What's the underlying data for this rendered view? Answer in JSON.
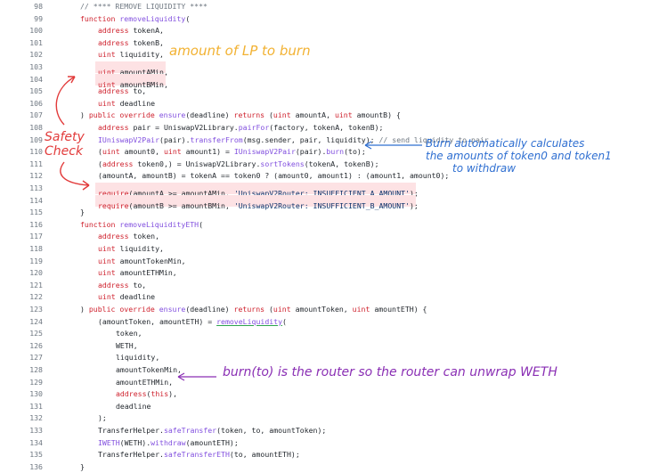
{
  "code": {
    "lines": [
      {
        "n": "98",
        "tokens": [
          {
            "t": "// **** REMOVE LIQUIDITY ****",
            "c": "cm"
          }
        ]
      },
      {
        "n": "99",
        "tokens": [
          {
            "t": "function ",
            "c": "kw"
          },
          {
            "t": "removeLiquidity",
            "c": "fn"
          },
          {
            "t": "(",
            "c": ""
          }
        ]
      },
      {
        "n": "100",
        "indent": 1,
        "tokens": [
          {
            "t": "address ",
            "c": "ty"
          },
          {
            "t": "tokenA,",
            "c": ""
          }
        ]
      },
      {
        "n": "101",
        "indent": 1,
        "tokens": [
          {
            "t": "address ",
            "c": "ty"
          },
          {
            "t": "tokenB,",
            "c": ""
          }
        ]
      },
      {
        "n": "102",
        "indent": 1,
        "tokens": [
          {
            "t": "uint ",
            "c": "ty"
          },
          {
            "t": "liquidity,",
            "c": ""
          }
        ]
      },
      {
        "n": "103",
        "indent": 1,
        "hl": true,
        "tokens": [
          {
            "t": "uint ",
            "c": "ty"
          },
          {
            "t": "amountAMin,",
            "c": ""
          }
        ]
      },
      {
        "n": "104",
        "indent": 1,
        "hl": true,
        "tokens": [
          {
            "t": "uint ",
            "c": "ty"
          },
          {
            "t": "amountBMin,",
            "c": ""
          }
        ]
      },
      {
        "n": "105",
        "indent": 1,
        "tokens": [
          {
            "t": "address ",
            "c": "ty"
          },
          {
            "t": "to,",
            "c": ""
          }
        ]
      },
      {
        "n": "106",
        "indent": 1,
        "tokens": [
          {
            "t": "uint ",
            "c": "ty"
          },
          {
            "t": "deadline",
            "c": ""
          }
        ]
      },
      {
        "n": "107",
        "tokens": [
          {
            "t": ") ",
            "c": ""
          },
          {
            "t": "public override ",
            "c": "kw"
          },
          {
            "t": "ensure",
            "c": "fn"
          },
          {
            "t": "(deadline) ",
            "c": ""
          },
          {
            "t": "returns ",
            "c": "kw"
          },
          {
            "t": "(",
            "c": ""
          },
          {
            "t": "uint ",
            "c": "ty"
          },
          {
            "t": "amountA, ",
            "c": ""
          },
          {
            "t": "uint ",
            "c": "ty"
          },
          {
            "t": "amountB) {",
            "c": ""
          }
        ]
      },
      {
        "n": "108",
        "indent": 1,
        "tokens": [
          {
            "t": "address ",
            "c": "ty"
          },
          {
            "t": "pair = UniswapV2Library.",
            "c": ""
          },
          {
            "t": "pairFor",
            "c": "fn"
          },
          {
            "t": "(factory, tokenA, tokenB);",
            "c": ""
          }
        ]
      },
      {
        "n": "109",
        "indent": 1,
        "tokens": [
          {
            "t": "IUniswapV2Pair",
            "c": "fn"
          },
          {
            "t": "(pair).",
            "c": ""
          },
          {
            "t": "transferFrom",
            "c": "fn"
          },
          {
            "t": "(msg.sender, pair, liquidity); ",
            "c": ""
          },
          {
            "t": "// send liquidity to pair",
            "c": "cm"
          }
        ]
      },
      {
        "n": "110",
        "indent": 1,
        "tokens": [
          {
            "t": "(",
            "c": ""
          },
          {
            "t": "uint ",
            "c": "ty"
          },
          {
            "t": "amount0, ",
            "c": ""
          },
          {
            "t": "uint ",
            "c": "ty"
          },
          {
            "t": "amount1) = ",
            "c": ""
          },
          {
            "t": "IUniswapV2Pair",
            "c": "fn"
          },
          {
            "t": "(pair).",
            "c": ""
          },
          {
            "t": "burn",
            "c": "fn"
          },
          {
            "t": "(to);",
            "c": ""
          }
        ]
      },
      {
        "n": "111",
        "indent": 1,
        "tokens": [
          {
            "t": "(",
            "c": ""
          },
          {
            "t": "address ",
            "c": "ty"
          },
          {
            "t": "token0,) = UniswapV2Library.",
            "c": ""
          },
          {
            "t": "sortTokens",
            "c": "fn"
          },
          {
            "t": "(tokenA, tokenB);",
            "c": ""
          }
        ]
      },
      {
        "n": "112",
        "indent": 1,
        "tokens": [
          {
            "t": "(amountA, amountB) = tokenA == token0 ? (amount0, amount1) : (amount1, amount0);",
            "c": ""
          }
        ]
      },
      {
        "n": "113",
        "indent": 1,
        "hl": true,
        "tokens": [
          {
            "t": "require",
            "c": "kw"
          },
          {
            "t": "(amountA >= amountAMin, ",
            "c": ""
          },
          {
            "t": "'UniswapV2Router: INSUFFICIENT_A_AMOUNT'",
            "c": "str"
          },
          {
            "t": ");",
            "c": ""
          }
        ]
      },
      {
        "n": "114",
        "indent": 1,
        "hl": true,
        "tokens": [
          {
            "t": "require",
            "c": "kw"
          },
          {
            "t": "(amountB >= amountBMin, ",
            "c": ""
          },
          {
            "t": "'UniswapV2Router: INSUFFICIENT_B_AMOUNT'",
            "c": "str"
          },
          {
            "t": ");",
            "c": ""
          }
        ]
      },
      {
        "n": "115",
        "tokens": [
          {
            "t": "}",
            "c": ""
          }
        ]
      },
      {
        "n": "116",
        "tokens": [
          {
            "t": "function ",
            "c": "kw"
          },
          {
            "t": "removeLiquidityETH",
            "c": "fn"
          },
          {
            "t": "(",
            "c": ""
          }
        ]
      },
      {
        "n": "117",
        "indent": 1,
        "tokens": [
          {
            "t": "address ",
            "c": "ty"
          },
          {
            "t": "token,",
            "c": ""
          }
        ]
      },
      {
        "n": "118",
        "indent": 1,
        "tokens": [
          {
            "t": "uint ",
            "c": "ty"
          },
          {
            "t": "liquidity,",
            "c": ""
          }
        ]
      },
      {
        "n": "119",
        "indent": 1,
        "tokens": [
          {
            "t": "uint ",
            "c": "ty"
          },
          {
            "t": "amountTokenMin,",
            "c": ""
          }
        ]
      },
      {
        "n": "120",
        "indent": 1,
        "tokens": [
          {
            "t": "uint ",
            "c": "ty"
          },
          {
            "t": "amountETHMin,",
            "c": ""
          }
        ]
      },
      {
        "n": "121",
        "indent": 1,
        "tokens": [
          {
            "t": "address ",
            "c": "ty"
          },
          {
            "t": "to,",
            "c": ""
          }
        ]
      },
      {
        "n": "122",
        "indent": 1,
        "tokens": [
          {
            "t": "uint ",
            "c": "ty"
          },
          {
            "t": "deadline",
            "c": ""
          }
        ]
      },
      {
        "n": "123",
        "tokens": [
          {
            "t": ") ",
            "c": ""
          },
          {
            "t": "public override ",
            "c": "kw"
          },
          {
            "t": "ensure",
            "c": "fn"
          },
          {
            "t": "(deadline) ",
            "c": ""
          },
          {
            "t": "returns ",
            "c": "kw"
          },
          {
            "t": "(",
            "c": ""
          },
          {
            "t": "uint ",
            "c": "ty"
          },
          {
            "t": "amountToken, ",
            "c": ""
          },
          {
            "t": "uint ",
            "c": "ty"
          },
          {
            "t": "amountETH) {",
            "c": ""
          }
        ]
      },
      {
        "n": "124",
        "indent": 1,
        "tokens": [
          {
            "t": "(amountToken, amountETH) = ",
            "c": ""
          },
          {
            "t": "removeLiquidity",
            "c": "fn ul"
          },
          {
            "t": "(",
            "c": ""
          }
        ]
      },
      {
        "n": "125",
        "indent": 2,
        "tokens": [
          {
            "t": "token,",
            "c": ""
          }
        ]
      },
      {
        "n": "126",
        "indent": 2,
        "tokens": [
          {
            "t": "WETH,",
            "c": ""
          }
        ]
      },
      {
        "n": "127",
        "indent": 2,
        "tokens": [
          {
            "t": "liquidity,",
            "c": ""
          }
        ]
      },
      {
        "n": "128",
        "indent": 2,
        "tokens": [
          {
            "t": "amountTokenMin,",
            "c": ""
          }
        ]
      },
      {
        "n": "129",
        "indent": 2,
        "tokens": [
          {
            "t": "amountETHMin,",
            "c": ""
          }
        ]
      },
      {
        "n": "130",
        "indent": 2,
        "tokens": [
          {
            "t": "address",
            "c": "ty"
          },
          {
            "t": "(",
            "c": ""
          },
          {
            "t": "this",
            "c": "kw"
          },
          {
            "t": "),",
            "c": ""
          }
        ]
      },
      {
        "n": "131",
        "indent": 2,
        "tokens": [
          {
            "t": "deadline",
            "c": ""
          }
        ]
      },
      {
        "n": "132",
        "indent": 1,
        "tokens": [
          {
            "t": ");",
            "c": ""
          }
        ]
      },
      {
        "n": "133",
        "indent": 1,
        "tokens": [
          {
            "t": "TransferHelper.",
            "c": ""
          },
          {
            "t": "safeTransfer",
            "c": "fn"
          },
          {
            "t": "(token, to, amountToken);",
            "c": ""
          }
        ]
      },
      {
        "n": "134",
        "indent": 1,
        "tokens": [
          {
            "t": "IWETH",
            "c": "fn"
          },
          {
            "t": "(WETH).",
            "c": ""
          },
          {
            "t": "withdraw",
            "c": "fn"
          },
          {
            "t": "(amountETH);",
            "c": ""
          }
        ]
      },
      {
        "n": "135",
        "indent": 1,
        "tokens": [
          {
            "t": "TransferHelper.",
            "c": ""
          },
          {
            "t": "safeTransferETH",
            "c": "fn"
          },
          {
            "t": "(to, amountETH);",
            "c": ""
          }
        ]
      },
      {
        "n": "136",
        "tokens": [
          {
            "t": "}",
            "c": ""
          }
        ]
      }
    ]
  },
  "annotations": {
    "lp_burn": "amount of LP to burn",
    "safety_line1": "Safety",
    "safety_line2": "Check",
    "burn_calc_line1": "Burn automatically calculates",
    "burn_calc_line2": "the amounts of token0 and token1",
    "burn_calc_line3": "to withdraw",
    "router_note": "burn(to) is the router so the router can unwrap WETH"
  },
  "colors": {
    "highlight": "#fde2e4",
    "keyword": "#cf222e",
    "function": "#8250df",
    "comment": "#6e7781",
    "annotation_orange": "#f2b233",
    "annotation_blue": "#2f6fd1",
    "annotation_red": "#e23b3b",
    "annotation_purple": "#8a2fb4"
  }
}
